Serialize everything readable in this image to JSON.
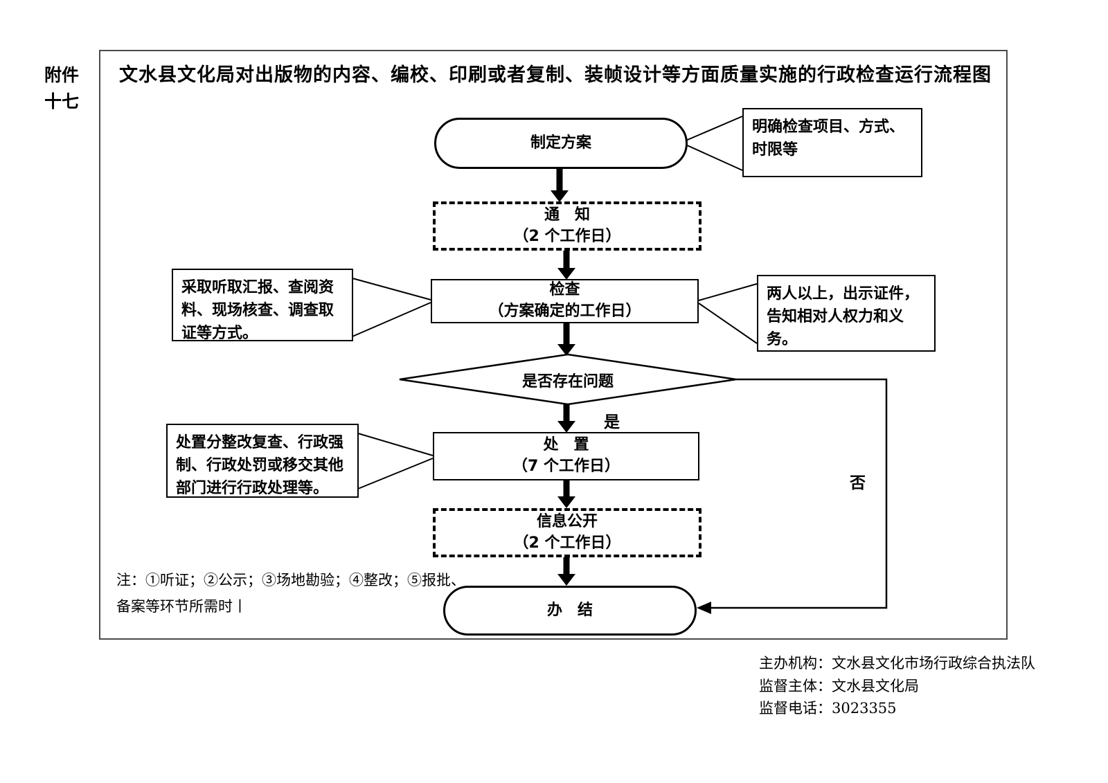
{
  "attachment": {
    "line1": "附件",
    "line2": "十七"
  },
  "title": "文水县文化局对出版物的内容、编校、印刷或者复制、装帧设计等方面质量实施的行政检查运行流程图",
  "flow": {
    "plan": {
      "label": "制定方案"
    },
    "notice": {
      "line1": "通　知",
      "line2": "（2 个工作日）"
    },
    "inspect": {
      "line1": "检查",
      "line2": "（方案确定的工作日）"
    },
    "decision": {
      "label": "是否存在问题"
    },
    "dispose": {
      "line1": "处　置",
      "line2": "（7 个工作日）"
    },
    "publicity": {
      "line1": "信息公开",
      "line2": "（2 个工作日）"
    },
    "finish": {
      "label": "办　结"
    },
    "yes_label": "是",
    "no_label": "否"
  },
  "callouts": {
    "plan_note": "明确检查项目、方式、时限等",
    "inspect_method": "采取听取汇报、查阅资料、现场核查、调查取证等方式。",
    "inspect_rule": "两人以上，出示证件，告知相对人权力和义务。",
    "dispose_note": "处置分整改复查、行政强制、行政处罚或移交其他部门进行行政处理等。"
  },
  "note": {
    "line1": "注：①听证；②公示；③场地勘验；④整改；⑤报批、",
    "line2": "备案等环节所需时丨"
  },
  "footer": {
    "organizer": "主办机构：文水县文化市场行政综合执法队",
    "supervisor": "监督主体：文水县文化局",
    "phone": "监督电话：3023355"
  },
  "colors": {
    "ink": "#000000",
    "frame": "#4a4a4a",
    "background": "#ffffff"
  }
}
